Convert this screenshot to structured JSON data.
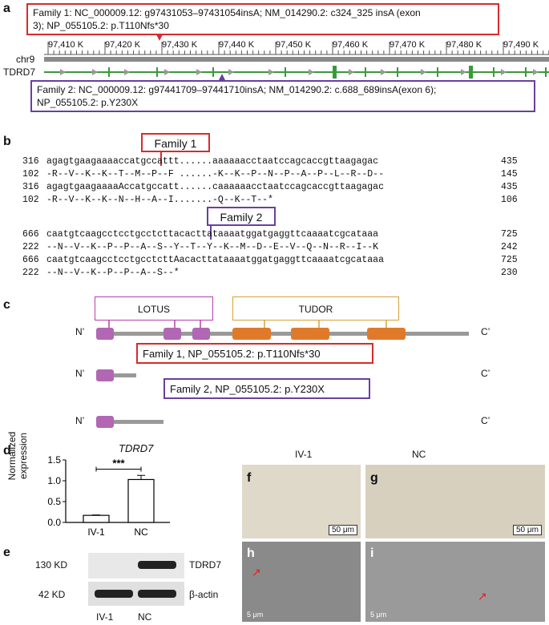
{
  "panel_labels": {
    "a": "a",
    "b": "b",
    "c": "c",
    "d": "d",
    "e": "e",
    "f": "f",
    "g": "g",
    "h": "h",
    "i": "i"
  },
  "panel_a": {
    "family1_box_line1": "Family 1: NC_000009.12: g97431053–97431054insA; NM_014290.2: c324_325 insA (exon",
    "family1_box_line2": "3); NP_055105.2: p.T110Nfs*30",
    "chrom": "chr9",
    "gene": "TDRD7",
    "ticks": [
      "97,410 K",
      "97,420 K",
      "97,430 K",
      "97,440 K",
      "97,450 K",
      "97,460 K",
      "97,470 K",
      "97,480 K",
      "97,490 K"
    ],
    "family2_box_line1": "Family 2: NC_000009.12: g97441709–97441710insA; NM_014290.2: c.688_689insA(exon 6);",
    "family2_box_line2": "NP_055105.2: p.Y230X"
  },
  "panel_b": {
    "family1_tag": "Family 1",
    "family2_tag": "Family 2",
    "rows1": [
      {
        "l": "316",
        "s": "agagtgaagaaaaccatgccattt......aaaaaacctaatccagcaccgttaagagac",
        "r": "435"
      },
      {
        "l": "102",
        "s": "-R--V--K--K--T--M--P--F ......-K--K--P--N--P--A--P--L--R--D--",
        "r": "145"
      },
      {
        "l": "316",
        "s": "agagtgaagaaaaAccatgccatt......caaaaaacctaatccagcaccgttaagagac",
        "r": "435"
      },
      {
        "l": "102",
        "s": "-R--V--K--K--N--H--A--I.......-Q--K--T--*",
        "r": "106"
      }
    ],
    "rows2": [
      {
        "l": "666",
        "s": "caatgtcaagcctcctgcctcttacacttataaaatggatgaggttcaaaatcgcataaa",
        "r": "725"
      },
      {
        "l": "222",
        "s": "--N--V--K--P--P--A--S--Y--T--Y--K--M--D--E--V--Q--N--R--I--K",
        "r": "242"
      },
      {
        "l": "666",
        "s": "caatgtcaagcctcctgcctcttAacacttataaaatggatgaggttcaaaatcgcataaa",
        "r": "725"
      },
      {
        "l": "222",
        "s": "--N--V--K--P--P--A--S--*",
        "r": "230"
      }
    ]
  },
  "panel_c": {
    "lotus": "LOTUS",
    "tudor": "TUDOR",
    "n_term": "N’",
    "c_term": "C’",
    "family1_label": "Family 1, NP_055105.2: p.T110Nfs*30",
    "family2_label": "Family 2, NP_055105.2: p.Y230X"
  },
  "panel_d": {
    "title": "TDRD7",
    "ylabel_1": "Normalized",
    "ylabel_2": "expression",
    "significance": "***",
    "yticks": [
      "0.0",
      "0.5",
      "1.0",
      "1.5"
    ]
  },
  "chart_data": {
    "type": "bar",
    "title": "TDRD7",
    "categories": [
      "IV-1",
      "NC"
    ],
    "values": [
      0.17,
      1.03
    ],
    "errors": [
      0.01,
      0.1
    ],
    "ylabel": "Normalized expression",
    "ylim": [
      0,
      1.5
    ]
  },
  "panel_e": {
    "row1_kd": "130 KD",
    "row1_name": "TDRD7",
    "row2_kd": "42 KD",
    "row2_name": "β-actin",
    "lane1": "IV-1",
    "lane2": "NC"
  },
  "panel_fg": {
    "col1": "IV-1",
    "col2": "NC",
    "scale_f": "50 μm",
    "scale_g": "50 μm",
    "scale_h": "5 μm",
    "scale_i": "5 μm"
  }
}
